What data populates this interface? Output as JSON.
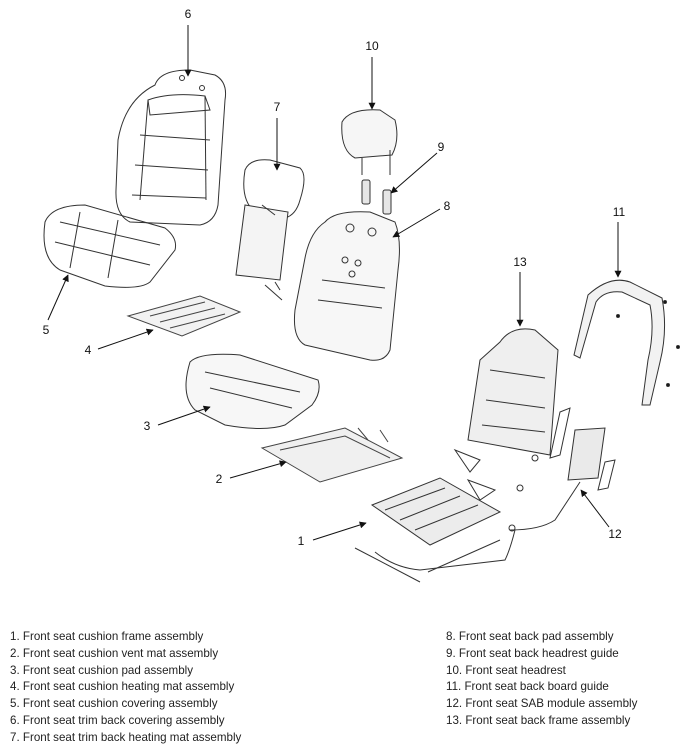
{
  "callouts": [
    {
      "num": "1"
    },
    {
      "num": "2"
    },
    {
      "num": "3"
    },
    {
      "num": "4"
    },
    {
      "num": "5"
    },
    {
      "num": "6"
    },
    {
      "num": "7"
    },
    {
      "num": "8"
    },
    {
      "num": "9"
    },
    {
      "num": "10"
    },
    {
      "num": "11"
    },
    {
      "num": "12"
    },
    {
      "num": "13"
    }
  ],
  "legend": {
    "left": [
      "1. Front seat cushion frame assembly",
      "2. Front seat cushion vent mat assembly",
      "3. Front seat cushion pad assembly",
      "4. Front seat cushion heating mat assembly",
      "5. Front seat cushion covering assembly",
      "6. Front seat trim back covering assembly",
      "7. Front seat trim back heating mat assembly"
    ],
    "right": [
      "8. Front seat back pad assembly",
      "9. Front seat back headrest guide",
      "10. Front seat headrest",
      "11. Front seat back board guide",
      "12. Front seat SAB module assembly",
      "13. Front seat back frame assembly"
    ]
  }
}
